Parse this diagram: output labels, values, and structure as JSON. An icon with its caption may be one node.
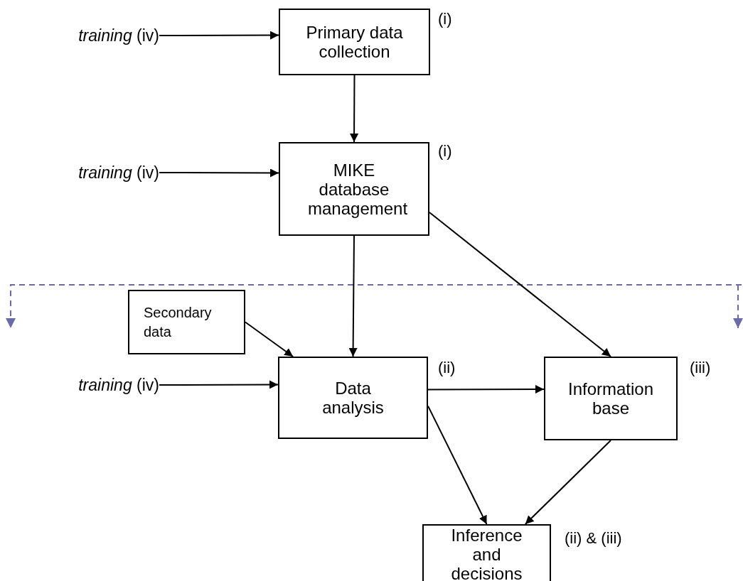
{
  "diagram": {
    "nodes": [
      {
        "text": [
          "*training* (iv)"
        ]
      },
      {
        "text": [
          "Primary data collection"
        ],
        "beside": [
          "(i)"
        ]
      },
      {
        "text": [
          "*training* (iv)"
        ]
      },
      {
        "text": [
          "MIKE database management"
        ],
        "beside": [
          "(i)"
        ]
      },
      {
        "text": [
          "Secondary data"
        ]
      },
      {
        "text": [
          "*training* (iv)"
        ]
      },
      {
        "text": [
          "Data analysis"
        ],
        "beside": [
          "(ii)"
        ]
      },
      {
        "text": [
          "Information base"
        ],
        "beside": [
          "(iii)"
        ]
      },
      {
        "text": [
          "Inference and decisions"
        ],
        "beside": [
          "(ii) & (iii)"
        ]
      }
    ],
    "edges": [
      {
        "from": 0,
        "to": 1,
        "arrow": "to"
      },
      {
        "from": 1,
        "to": 3,
        "arrow": "to"
      },
      {
        "from": 2,
        "to": 3,
        "arrow": "to"
      },
      {
        "from": 3,
        "to": 6,
        "arrow": "to"
      },
      {
        "from": 3,
        "to": 7,
        "arrow": "to"
      },
      {
        "from": 4,
        "to": 6,
        "arrow": "to"
      },
      {
        "from": 5,
        "to": 6,
        "arrow": "to"
      },
      {
        "from": 6,
        "to": 7,
        "arrow": "to"
      },
      {
        "from": 6,
        "to": 8,
        "arrow": "to"
      },
      {
        "from": 7,
        "to": 8,
        "arrow": "to"
      }
    ]
  }
}
